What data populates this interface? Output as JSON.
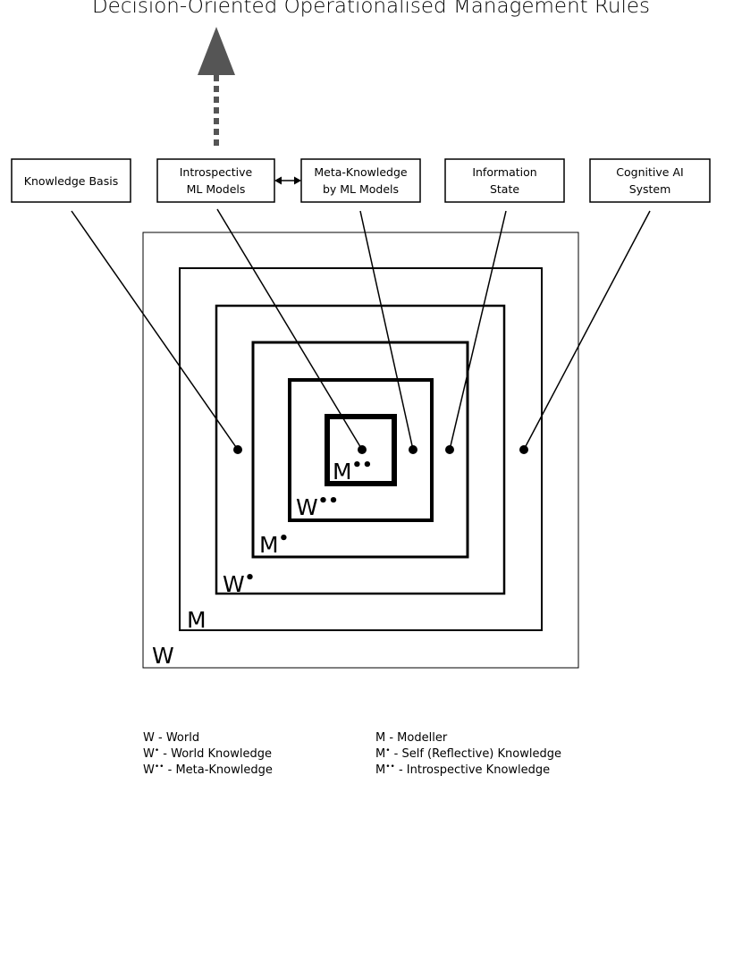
{
  "title": "Decision-Oriented Operationalised Management Rules",
  "boxes": [
    {
      "id": "knowledge-basis",
      "lines": [
        "Knowledge Basis"
      ]
    },
    {
      "id": "introspective-ml",
      "lines": [
        "Introspective",
        "ML Models"
      ]
    },
    {
      "id": "meta-knowledge-ml",
      "lines": [
        "Meta-Knowledge",
        "by ML Models"
      ]
    },
    {
      "id": "information-state",
      "lines": [
        "Information",
        "State"
      ]
    },
    {
      "id": "cognitive-ai",
      "lines": [
        "Cognitive AI",
        "System"
      ]
    }
  ],
  "layers": [
    {
      "letter": "W",
      "sup": ""
    },
    {
      "letter": "M",
      "sup": ""
    },
    {
      "letter": "W",
      "sup": "•"
    },
    {
      "letter": "M",
      "sup": "•"
    },
    {
      "letter": "W",
      "sup": "••"
    },
    {
      "letter": "M",
      "sup": "••"
    }
  ],
  "legend": {
    "left": [
      {
        "base": "W",
        "sup": "",
        "text": " - World"
      },
      {
        "base": "W",
        "sup": "•",
        "text": " - World Knowledge"
      },
      {
        "base": "W",
        "sup": "••",
        "text": " - Meta-Knowledge"
      }
    ],
    "right": [
      {
        "base": "M",
        "sup": "",
        "text": " - Modeller"
      },
      {
        "base": "M",
        "sup": "•",
        "text": " - Self (Reflective) Knowledge"
      },
      {
        "base": "M",
        "sup": "••",
        "text": " - Introspective Knowledge"
      }
    ]
  },
  "colors": {
    "stroke": "#000000",
    "arrow": "#555555",
    "background": "#ffffff"
  }
}
